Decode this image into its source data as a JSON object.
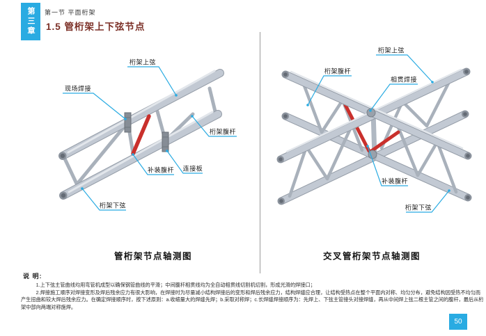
{
  "header": {
    "chapter_badge": "第三章",
    "section": "第一节 平面桁架",
    "title": "1.5 管桁架上下弦节点"
  },
  "colors": {
    "accent": "#29ABE2",
    "title_red": "#7b2f26",
    "member_red": "#c9302c",
    "pipe_gray": "#c2c9d3"
  },
  "left_panel": {
    "labels": {
      "top_chord": "桁架上弦",
      "site_weld": "现场焊接",
      "web_member": "桁架腹杆",
      "infill_web": "补装腹杆",
      "gusset_plate": "连接板",
      "bottom_chord": "桁架下弦"
    },
    "caption": "管桁架节点轴测图"
  },
  "right_panel": {
    "labels": {
      "top_chord": "桁架上弦",
      "web_member": "桁架腹杆",
      "intersect_weld": "相贯焊接",
      "infill_web": "补装腹杆",
      "bottom_chord": "桁架下弦"
    },
    "caption": "交叉管桁架节点轴测图"
  },
  "notes": {
    "heading": "说 明:",
    "items": [
      "1.上下弦主管曲线均用弯管机成型以确保钢管曲线的平滑；中间腹杆相贯线均为全自动相贯线切割机切割，形成光滑的焊接口；",
      "2.焊接施工顺序对焊接变形及焊后残余应力有很大影响，在焊接时为尽量减小结构焊接后的变形和焊后残余应力，结构焊缝应合理，让结构受热点在整个平面内对称、均匀分布，避免结构因受热不均匀而产生扭曲和较大焊后残余应力。在确定焊接顺序时，按下述原则：a.收缩量大的焊缝先焊；b.采取对称焊；c.长焊缝焊接顺序为：先焊上、下弦主管接头对接焊缝，再从中间焊上弦二根主管之间的腹杆，最后从桁架中部向两端对称施焊。"
    ]
  },
  "page_number": "50"
}
